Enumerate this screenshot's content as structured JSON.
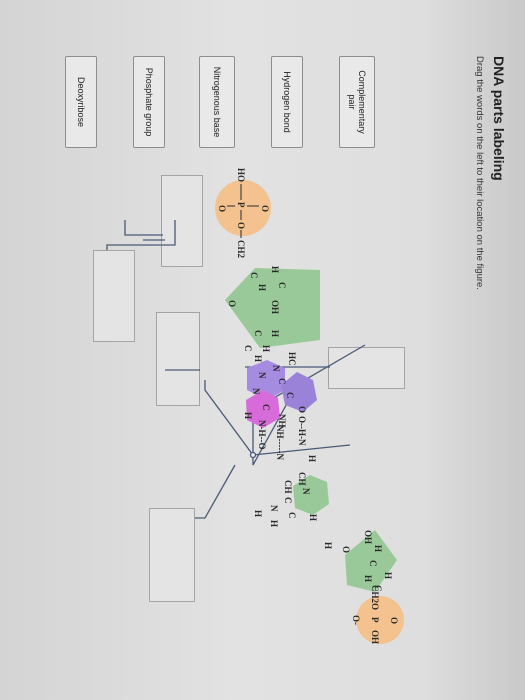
{
  "title": "DNA parts labeling",
  "instruction": "Drag the words on the left to their location on the figure.",
  "word_bank": [
    {
      "label": "Complementary pair"
    },
    {
      "label": "Hydrogen bond"
    },
    {
      "label": "Nitrogenous base"
    },
    {
      "label": "Phosphate group"
    },
    {
      "label": "Deoxyribose"
    }
  ],
  "figure": {
    "left_phosphate": {
      "o_top": "O",
      "ho": "HO",
      "p": "P",
      "o_mid": "O",
      "o_bot": "O",
      "ch2": "CH2"
    },
    "left_sugar": {
      "ring_o": "O",
      "c1": "C",
      "h1": "H",
      "h2": "H",
      "c2": "C",
      "h3": "H",
      "c3": "C",
      "h4": "H",
      "c4": "C",
      "oh": "OH",
      "h5": "H"
    },
    "left_base": {
      "hc": "HC",
      "n1": "N",
      "c1": "C",
      "c2": "C",
      "n2": "N",
      "n3": "N",
      "c3": "C",
      "o": "O",
      "nh": "NH"
    },
    "hbonds": {
      "b1": "O--H-N",
      "b2": "NH-----N",
      "b3": "N-H--O",
      "h1": "H",
      "h2": "H"
    },
    "right_base": {
      "ch1": "CH",
      "ch2": "CH",
      "n1": "N",
      "c1": "C",
      "n2": "N",
      "c2": "C",
      "h1": "H",
      "h2": "H",
      "h3": "H"
    },
    "right_sugar": {
      "ring_o": "O",
      "oh": "OH",
      "h1": "H",
      "c1": "C",
      "h2": "H",
      "h3": "H",
      "c2": "C",
      "h4": "H"
    },
    "right_phosphate": {
      "ch2": "CH2",
      "o": "O",
      "p": "P",
      "oh": "OH",
      "o_top": "O",
      "o_bot": "O-"
    }
  },
  "colors": {
    "phosphate": "#f3c28e",
    "sugar": "#99c998",
    "base_purple": "#a58ce0",
    "base_magenta": "#d66bd9"
  }
}
